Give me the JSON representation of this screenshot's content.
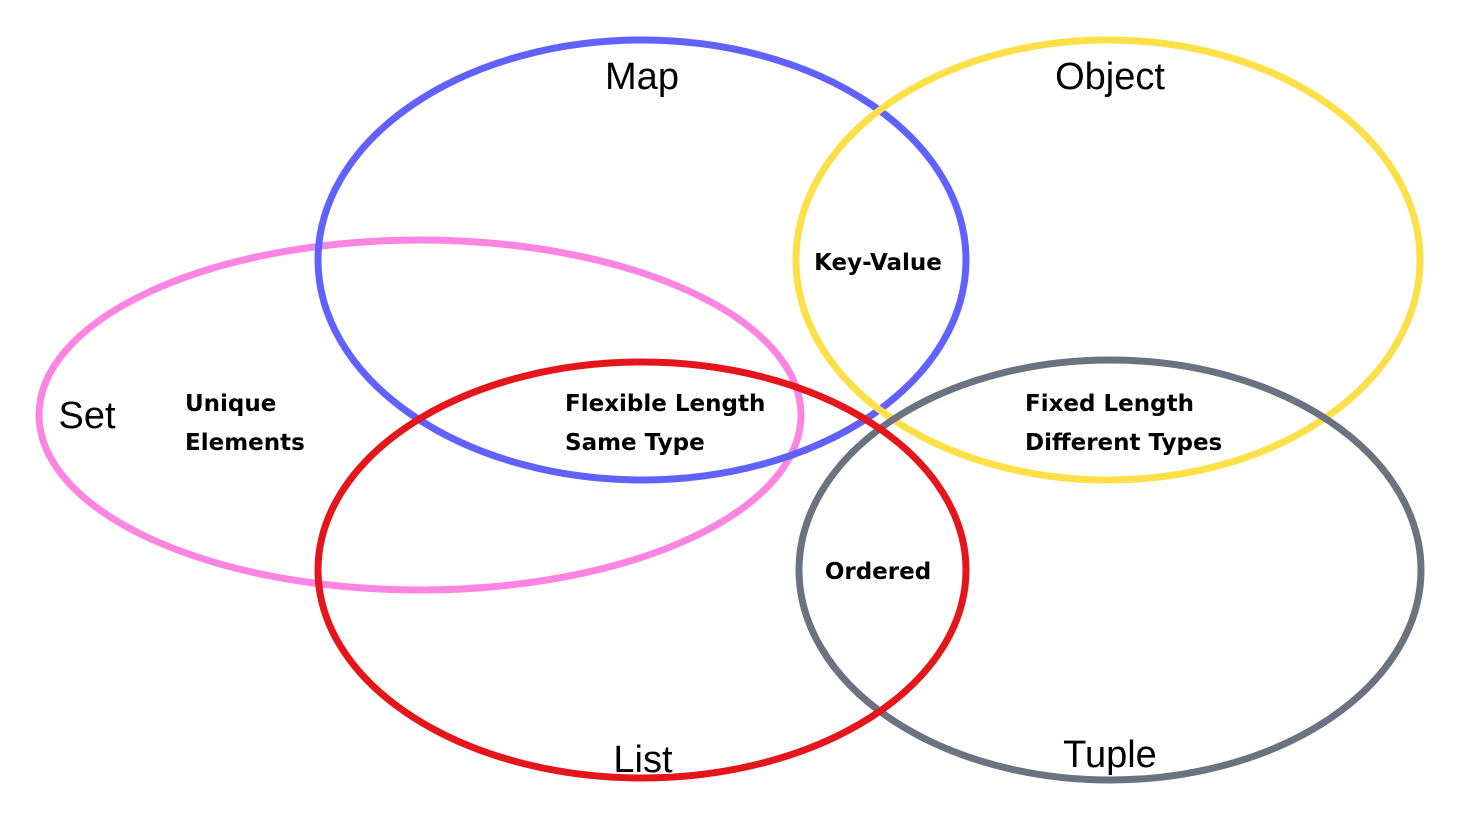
{
  "sets": [
    {
      "id": "map",
      "label": "Map",
      "color": "#6161ff"
    },
    {
      "id": "object",
      "label": "Object",
      "color": "#fde047"
    },
    {
      "id": "set",
      "label": "Set",
      "color": "#fb85e0"
    },
    {
      "id": "list",
      "label": "List",
      "color": "#e5161b"
    },
    {
      "id": "tuple",
      "label": "Tuple",
      "color": "#6b7280"
    }
  ],
  "regions": {
    "key_value": "Key-Value",
    "unique_line1": "Unique",
    "unique_line2": "Elements",
    "flexible_line1": "Flexible Length",
    "flexible_line2": "Same Type",
    "fixed_line1": "Fixed Length",
    "fixed_line2": "Different Types",
    "ordered": "Ordered"
  }
}
